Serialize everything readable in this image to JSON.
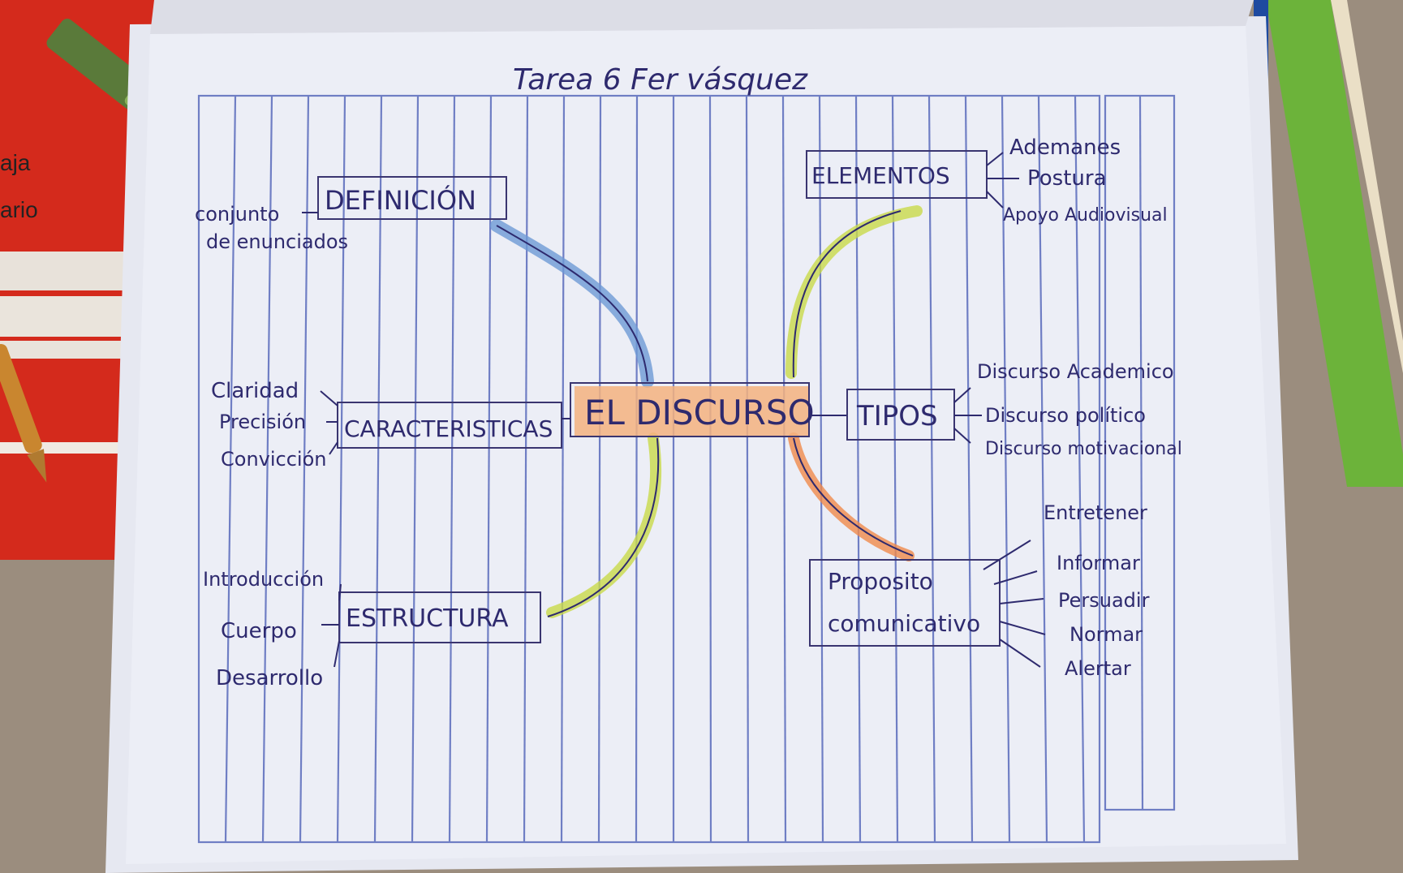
{
  "background_form": {
    "label_1": "aja",
    "label_2": "ario"
  },
  "title": "Tarea 6 Fer vásquez",
  "center": "EL DISCURSO",
  "branches": {
    "definicion": {
      "label": "DEFINICIÓN",
      "items": [
        "conjunto",
        "de enunciados"
      ]
    },
    "caracteristicas": {
      "label": "CARACTERISTICAS",
      "items": [
        "Claridad",
        "Precisión",
        "Convicción"
      ]
    },
    "estructura": {
      "label": "ESTRUCTURA",
      "items": [
        "Introducción",
        "Cuerpo",
        "Desarrollo"
      ]
    },
    "elementos": {
      "label": "ELEMENTOS",
      "items": [
        "Ademanes",
        "Postura",
        "Apoyo Audiovisual"
      ]
    },
    "tipos": {
      "label": "TIPOS",
      "items": [
        "Discurso Academico",
        "Discurso político",
        "Discurso motivacional"
      ]
    },
    "proposito": {
      "label_line1": "Proposito",
      "label_line2": "comunicativo",
      "items": [
        "Entretener",
        "Informar",
        "Persuadir",
        "Normar",
        "Alertar"
      ]
    }
  },
  "colors": {
    "notebook_paper": "#eceef6",
    "grid_line": "#6f7ec4",
    "ink": "#2e2a6e",
    "highlight_orange": "#f4b27f",
    "blue_stroke": "#6e9ad6",
    "green_stroke": "#c9d94a",
    "orange_stroke": "#f08a4b",
    "red_folder": "#d42a1c",
    "green_ruler": "#6cb33a"
  }
}
